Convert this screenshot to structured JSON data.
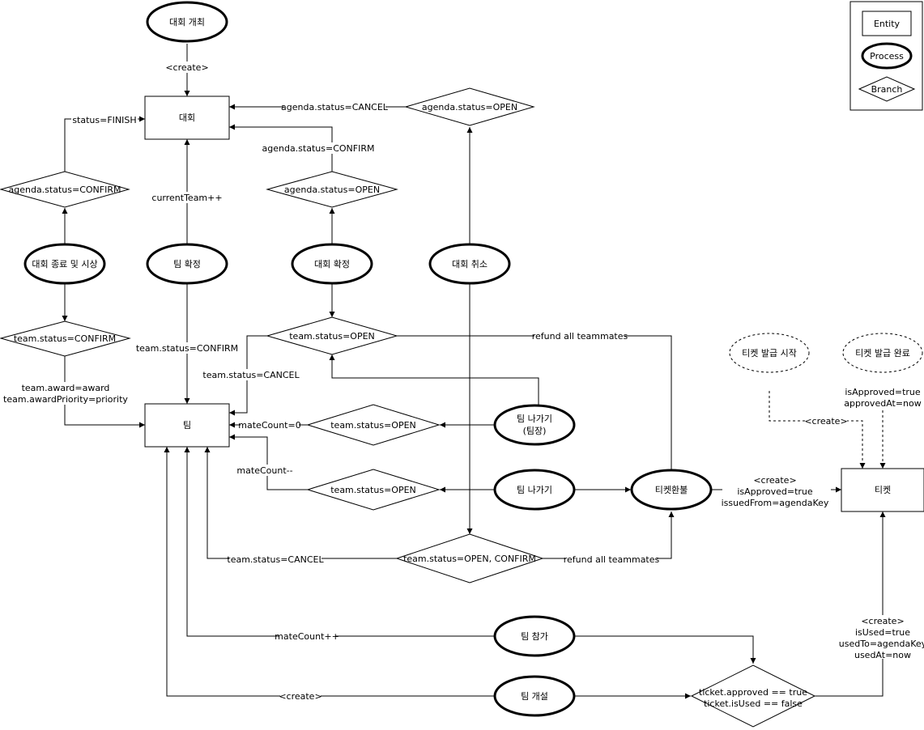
{
  "legend": {
    "entity": "Entity",
    "process": "Process",
    "branch": "Branch"
  },
  "entities": {
    "agenda": "대회",
    "team": "팀",
    "ticket": "티켓"
  },
  "processes": {
    "open_agenda": "대회 개최",
    "finish_agenda": "대회 종료 및 시상",
    "confirm_team": "팀 확정",
    "confirm_agenda": "대회 확정",
    "cancel_agenda": "대회 취소",
    "leave_team_leader_line1": "팀 나가기",
    "leave_team_leader_line2": "(팀장)",
    "leave_team": "팀 나가기",
    "refund_ticket": "티켓환불",
    "join_team": "팀 참가",
    "create_team": "팀 개설",
    "ticket_issue_start": "티켓 발급 시작",
    "ticket_issue_done": "티켓 발급 완료"
  },
  "branches": {
    "agenda_open_top": "agenda.status=OPEN",
    "agenda_confirm_left": "agenda.status=CONFIRM",
    "agenda_open_mid": "agenda.status=OPEN",
    "team_confirm": "team.status=CONFIRM",
    "team_open_upper": "team.status=OPEN",
    "team_open_leader": "team.status=OPEN",
    "team_open_member": "team.status=OPEN",
    "team_open_confirm": "team.status=OPEN, CONFIRM",
    "ticket_check_line1": "ticket.approved == true",
    "ticket_check_line2": "ticket.isUsed == false"
  },
  "edge_labels": {
    "create_agenda": "<create>",
    "cancel_agenda": "agenda.status=CANCEL",
    "confirm_agenda": "agenda.status=CONFIRM",
    "status_finish": "status=FINISH",
    "current_team_inc": "currentTeam++",
    "team_status_confirm": "team.status=CONFIRM",
    "award_line1": "team.award=award",
    "award_line2": "team.awardPriority=priority",
    "team_cancel_upper": "team.status=CANCEL",
    "refund_all_upper": "refund all teammates",
    "mate_count_zero": "mateCount=0",
    "mate_count_dec": "mateCount--",
    "team_cancel_lower": "team.status=CANCEL",
    "refund_all_lower": "refund all teammates",
    "refund_create": "<create>",
    "refund_approved": "isApproved=true",
    "refund_issued_from": "issuedFrom=agendaKey",
    "issue_create": "<create>",
    "issue_approved": "isApproved=true",
    "issue_approved_at": "approvedAt=now",
    "mate_count_inc": "mateCount++",
    "team_create": "<create>",
    "use_create": "<create>",
    "use_is_used": "isUsed=true",
    "use_used_to": "usedTo=agendaKey",
    "use_used_at": "usedAt=now"
  }
}
